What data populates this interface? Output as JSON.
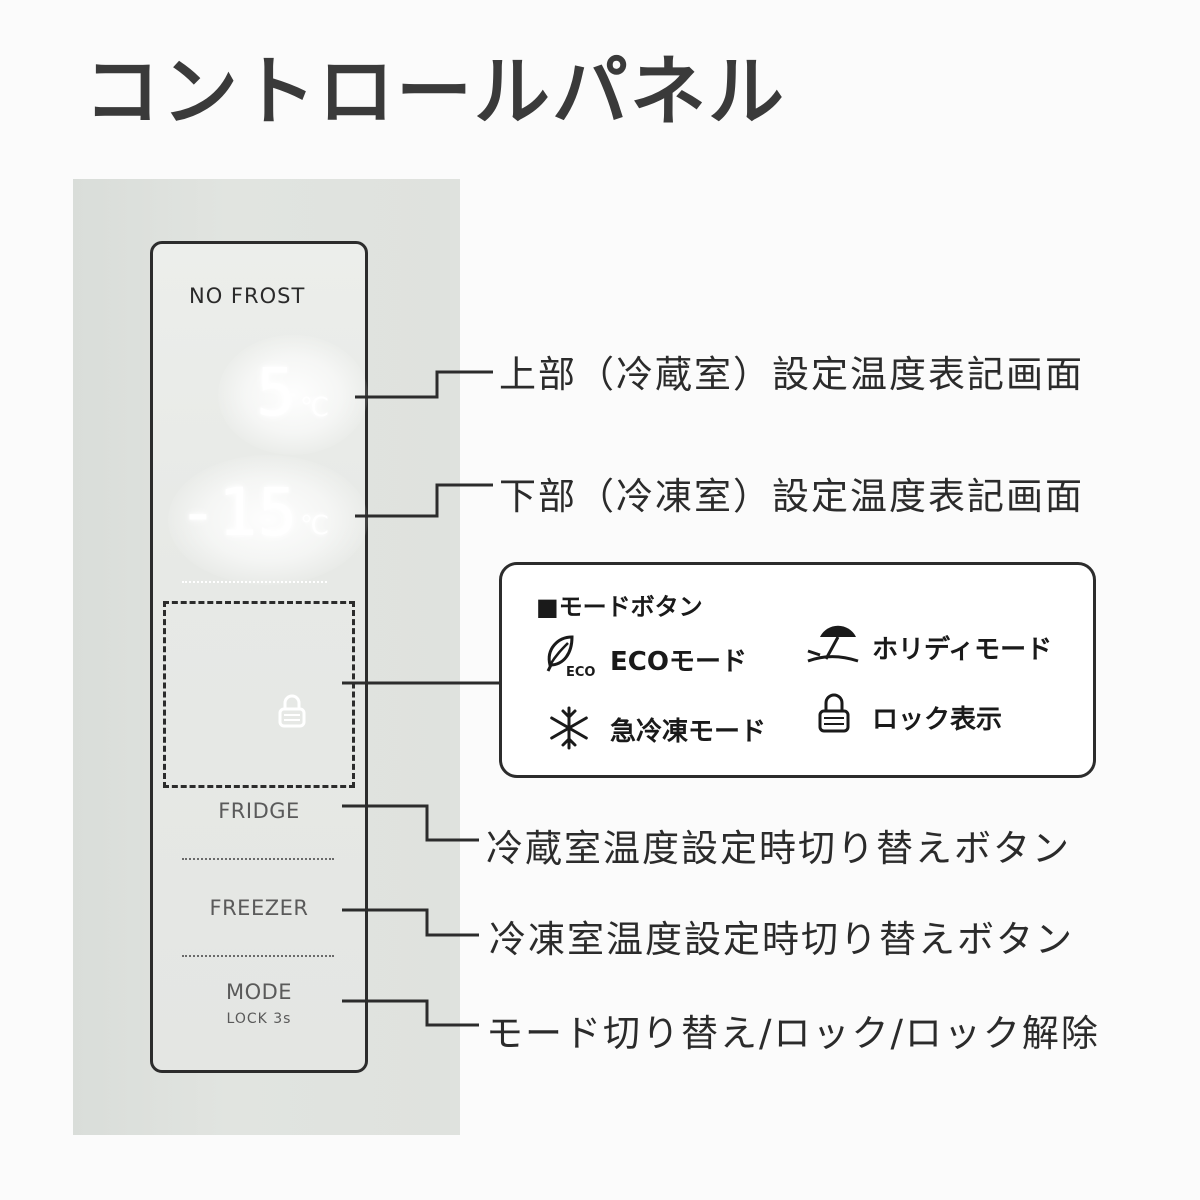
{
  "title": "コントロールパネル",
  "panel": {
    "brand": "NO FROST",
    "fridge_temp": "5",
    "fridge_unit": "℃",
    "freezer_temp": "-15",
    "freezer_unit": "℃",
    "buttons": {
      "fridge": "FRIDGE",
      "freezer": "FREEZER",
      "mode": "MODE",
      "mode_sub": "LOCK 3s"
    }
  },
  "callouts": {
    "upper_display": "上部（冷蔵室）設定温度表記画面",
    "lower_display": "下部（冷凍室）設定温度表記画面",
    "fridge_button": "冷蔵室温度設定時切り替えボタン",
    "freezer_button": "冷凍室温度設定時切り替えボタン",
    "mode_button": "モード切り替え/ロック/ロック解除"
  },
  "legend": {
    "title": "■モードボタン",
    "items": [
      {
        "label": "ECOモード",
        "icon": "eco-leaf-icon",
        "icon_text": "ECO"
      },
      {
        "label": "ホリディモード",
        "icon": "beach-umbrella-icon"
      },
      {
        "label": "急冷凍モード",
        "icon": "snowflake-icon"
      },
      {
        "label": "ロック表示",
        "icon": "lock-icon"
      }
    ]
  },
  "colors": {
    "line": "#2c2c2c",
    "panel_bg": "#e6e8e5",
    "text": "#2b2b2b"
  }
}
